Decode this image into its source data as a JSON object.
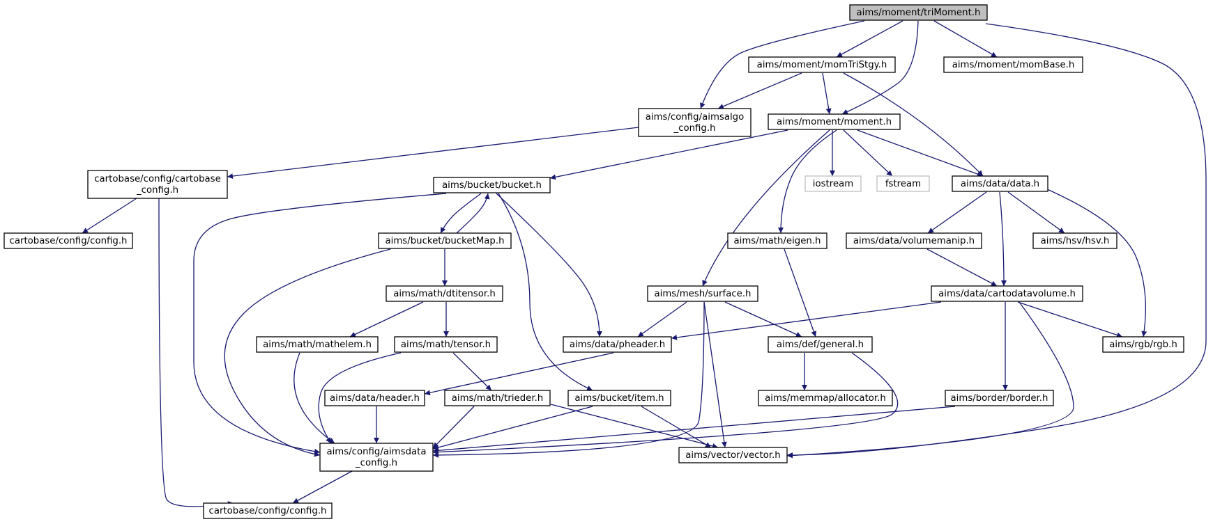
{
  "graph": {
    "colors": {
      "edge": "#191970",
      "node_border": "#000000",
      "node_root_fill": "#bfbfbf",
      "node_fill": "#ffffff",
      "node_external_border": "#bfbfbf",
      "node_external_text": "#666666"
    },
    "nodes": [
      {
        "id": "n_triMoment",
        "lines": [
          "aims/moment/triMoment.h"
        ],
        "kind": "root"
      },
      {
        "id": "n_momTriStgy",
        "lines": [
          "aims/moment/momTriStgy.h"
        ],
        "kind": "normal"
      },
      {
        "id": "n_momBase",
        "lines": [
          "aims/moment/momBase.h"
        ],
        "kind": "normal"
      },
      {
        "id": "n_aimsalgo_config",
        "lines": [
          "aims/config/aimsalgo",
          "_config.h"
        ],
        "kind": "normal"
      },
      {
        "id": "n_moment",
        "lines": [
          "aims/moment/moment.h"
        ],
        "kind": "normal"
      },
      {
        "id": "n_cartobase_config",
        "lines": [
          "cartobase/config/cartobase",
          "_config.h"
        ],
        "kind": "normal"
      },
      {
        "id": "n_bucket",
        "lines": [
          "aims/bucket/bucket.h"
        ],
        "kind": "normal"
      },
      {
        "id": "n_iostream",
        "lines": [
          "iostream"
        ],
        "kind": "external"
      },
      {
        "id": "n_fstream",
        "lines": [
          "fstream"
        ],
        "kind": "external"
      },
      {
        "id": "n_data",
        "lines": [
          "aims/data/data.h"
        ],
        "kind": "normal"
      },
      {
        "id": "n_cb_config1",
        "lines": [
          "cartobase/config/config.h"
        ],
        "kind": "normal"
      },
      {
        "id": "n_bucketMap",
        "lines": [
          "aims/bucket/bucketMap.h"
        ],
        "kind": "normal"
      },
      {
        "id": "n_eigen",
        "lines": [
          "aims/math/eigen.h"
        ],
        "kind": "normal"
      },
      {
        "id": "n_volumemanip",
        "lines": [
          "aims/data/volumemanip.h"
        ],
        "kind": "normal"
      },
      {
        "id": "n_hsv",
        "lines": [
          "aims/hsv/hsv.h"
        ],
        "kind": "normal"
      },
      {
        "id": "n_dtitensor",
        "lines": [
          "aims/math/dtitensor.h"
        ],
        "kind": "normal"
      },
      {
        "id": "n_surface",
        "lines": [
          "aims/mesh/surface.h"
        ],
        "kind": "normal"
      },
      {
        "id": "n_cartodatavolume",
        "lines": [
          "aims/data/cartodatavolume.h"
        ],
        "kind": "normal"
      },
      {
        "id": "n_mathelem",
        "lines": [
          "aims/math/mathelem.h"
        ],
        "kind": "normal"
      },
      {
        "id": "n_tensor",
        "lines": [
          "aims/math/tensor.h"
        ],
        "kind": "normal"
      },
      {
        "id": "n_pheader",
        "lines": [
          "aims/data/pheader.h"
        ],
        "kind": "normal"
      },
      {
        "id": "n_general",
        "lines": [
          "aims/def/general.h"
        ],
        "kind": "normal"
      },
      {
        "id": "n_rgb",
        "lines": [
          "aims/rgb/rgb.h"
        ],
        "kind": "normal"
      },
      {
        "id": "n_header",
        "lines": [
          "aims/data/header.h"
        ],
        "kind": "normal"
      },
      {
        "id": "n_trieder",
        "lines": [
          "aims/math/trieder.h"
        ],
        "kind": "normal"
      },
      {
        "id": "n_item",
        "lines": [
          "aims/bucket/item.h"
        ],
        "kind": "normal"
      },
      {
        "id": "n_allocator",
        "lines": [
          "aims/memmap/allocator.h"
        ],
        "kind": "normal"
      },
      {
        "id": "n_border",
        "lines": [
          "aims/border/border.h"
        ],
        "kind": "normal"
      },
      {
        "id": "n_aimsdata_config",
        "lines": [
          "aims/config/aimsdata",
          "_config.h"
        ],
        "kind": "normal"
      },
      {
        "id": "n_vector",
        "lines": [
          "aims/vector/vector.h"
        ],
        "kind": "normal"
      },
      {
        "id": "n_cb_config2",
        "lines": [
          "cartobase/config/config.h"
        ],
        "kind": "normal"
      }
    ],
    "edges": [
      {
        "from": "n_triMoment",
        "to": "n_aimsalgo_config"
      },
      {
        "from": "n_triMoment",
        "to": "n_momTriStgy"
      },
      {
        "from": "n_triMoment",
        "to": "n_moment"
      },
      {
        "from": "n_triMoment",
        "to": "n_momBase"
      },
      {
        "from": "n_triMoment",
        "to": "n_vector"
      },
      {
        "from": "n_momTriStgy",
        "to": "n_aimsalgo_config"
      },
      {
        "from": "n_momTriStgy",
        "to": "n_moment"
      },
      {
        "from": "n_momTriStgy",
        "to": "n_data"
      },
      {
        "from": "n_aimsalgo_config",
        "to": "n_cartobase_config"
      },
      {
        "from": "n_moment",
        "to": "n_bucket"
      },
      {
        "from": "n_moment",
        "to": "n_iostream"
      },
      {
        "from": "n_moment",
        "to": "n_fstream"
      },
      {
        "from": "n_moment",
        "to": "n_data"
      },
      {
        "from": "n_moment",
        "to": "n_eigen"
      },
      {
        "from": "n_moment",
        "to": "n_surface"
      },
      {
        "from": "n_cartobase_config",
        "to": "n_cb_config1"
      },
      {
        "from": "n_cartobase_config",
        "to": "n_cb_config2"
      },
      {
        "from": "n_bucket",
        "to": "n_bucketMap"
      },
      {
        "from": "n_bucketMap",
        "to": "n_bucket"
      },
      {
        "from": "n_bucket",
        "to": "n_pheader"
      },
      {
        "from": "n_bucket",
        "to": "n_item"
      },
      {
        "from": "n_bucket",
        "to": "n_aimsdata_config"
      },
      {
        "from": "n_bucketMap",
        "to": "n_dtitensor"
      },
      {
        "from": "n_bucketMap",
        "to": "n_aimsdata_config"
      },
      {
        "from": "n_data",
        "to": "n_volumemanip"
      },
      {
        "from": "n_data",
        "to": "n_hsv"
      },
      {
        "from": "n_data",
        "to": "n_cartodatavolume"
      },
      {
        "from": "n_data",
        "to": "n_rgb"
      },
      {
        "from": "n_volumemanip",
        "to": "n_cartodatavolume"
      },
      {
        "from": "n_eigen",
        "to": "n_general"
      },
      {
        "from": "n_dtitensor",
        "to": "n_mathelem"
      },
      {
        "from": "n_dtitensor",
        "to": "n_tensor"
      },
      {
        "from": "n_surface",
        "to": "n_pheader"
      },
      {
        "from": "n_surface",
        "to": "n_general"
      },
      {
        "from": "n_surface",
        "to": "n_vector"
      },
      {
        "from": "n_surface",
        "to": "n_aimsdata_config"
      },
      {
        "from": "n_cartodatavolume",
        "to": "n_pheader"
      },
      {
        "from": "n_cartodatavolume",
        "to": "n_rgb"
      },
      {
        "from": "n_cartodatavolume",
        "to": "n_border"
      },
      {
        "from": "n_cartodatavolume",
        "to": "n_vector"
      },
      {
        "from": "n_mathelem",
        "to": "n_aimsdata_config"
      },
      {
        "from": "n_tensor",
        "to": "n_trieder"
      },
      {
        "from": "n_tensor",
        "to": "n_aimsdata_config"
      },
      {
        "from": "n_pheader",
        "to": "n_header"
      },
      {
        "from": "n_general",
        "to": "n_allocator"
      },
      {
        "from": "n_general",
        "to": "n_aimsdata_config"
      },
      {
        "from": "n_header",
        "to": "n_aimsdata_config"
      },
      {
        "from": "n_trieder",
        "to": "n_aimsdata_config"
      },
      {
        "from": "n_trieder",
        "to": "n_vector"
      },
      {
        "from": "n_item",
        "to": "n_aimsdata_config"
      },
      {
        "from": "n_item",
        "to": "n_vector"
      },
      {
        "from": "n_border",
        "to": "n_aimsdata_config"
      },
      {
        "from": "n_aimsdata_config",
        "to": "n_cb_config2"
      }
    ]
  }
}
